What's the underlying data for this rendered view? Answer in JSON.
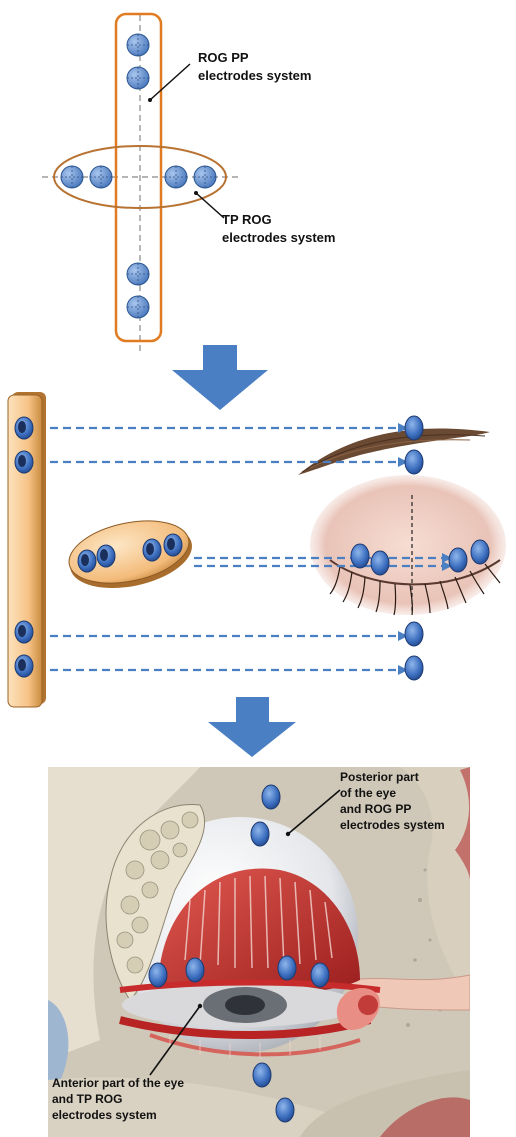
{
  "panel_top": {
    "label_pp_line1": "ROG  PP",
    "label_pp_line2": "electrodes system",
    "label_tp_line1": "TP  ROG",
    "label_tp_line2": "electrodes system"
  },
  "panel_bottom": {
    "label_posterior_line1": "Posterior part",
    "label_posterior_line2": "of the eye",
    "label_posterior_line3": "and   ROG PP",
    "label_posterior_line4": "electrodes system",
    "label_anterior_line1": "Anterior part of the eye",
    "label_anterior_line2": "and  TP  ROG",
    "label_anterior_line3": "electrodes system"
  },
  "colors": {
    "strip_outline": "#e07b22",
    "electrode_fill": "#4f7fc6",
    "arrow_fill": "#4a7fc4",
    "dash_line": "#4a7fc4",
    "strip_fill_3d": "#f7c98f"
  }
}
